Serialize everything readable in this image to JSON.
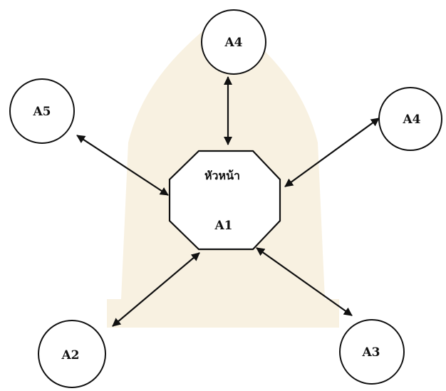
{
  "nodes": {
    "head": {
      "title": "หัวหน้า",
      "id": "A1"
    },
    "top": {
      "label": "A4"
    },
    "right": {
      "label": "A4"
    },
    "left": {
      "label": "A5"
    },
    "bottom_left": {
      "label": "A2"
    },
    "bottom_right": {
      "label": "A3"
    }
  },
  "edges": [
    {
      "from": "A1",
      "to": "A4 (top)",
      "arrows": "both"
    },
    {
      "from": "A1",
      "to": "A4 (right)",
      "arrows": "both"
    },
    {
      "from": "A1",
      "to": "A5",
      "arrows": "both"
    },
    {
      "from": "A1",
      "to": "A2",
      "arrows": "both"
    },
    {
      "from": "A1",
      "to": "A3",
      "arrows": "both"
    }
  ],
  "colors": {
    "stroke": "#111111",
    "background": "#ffffff",
    "watermark": "#f3e6c8"
  }
}
